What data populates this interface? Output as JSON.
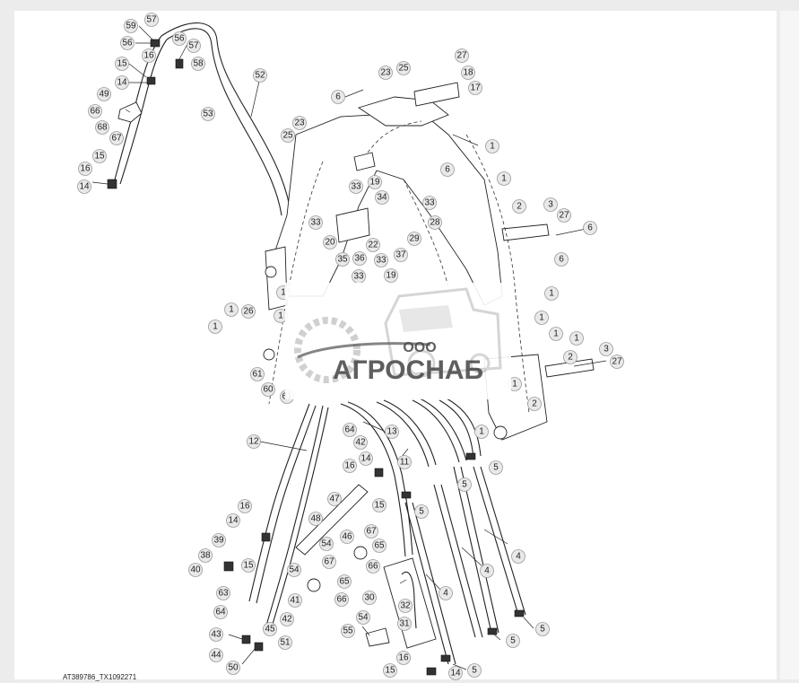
{
  "figure_id": "AT389786_TX1092271",
  "watermark": {
    "company": "ООО",
    "brand": "АГРОСНАБ"
  },
  "callouts": [
    {
      "id": "c59a",
      "n": "59"
    },
    {
      "id": "c57a",
      "n": "57"
    },
    {
      "id": "c56a",
      "n": "56"
    },
    {
      "id": "c56b",
      "n": "56"
    },
    {
      "id": "c57b",
      "n": "57"
    },
    {
      "id": "c58",
      "n": "58"
    },
    {
      "id": "c15a",
      "n": "15"
    },
    {
      "id": "c16a",
      "n": "16"
    },
    {
      "id": "c14a",
      "n": "14"
    },
    {
      "id": "c49",
      "n": "49"
    },
    {
      "id": "c66a",
      "n": "66"
    },
    {
      "id": "c68",
      "n": "68"
    },
    {
      "id": "c67a",
      "n": "67"
    },
    {
      "id": "c15b",
      "n": "15"
    },
    {
      "id": "c16b",
      "n": "16"
    },
    {
      "id": "c14b",
      "n": "14"
    },
    {
      "id": "c52",
      "n": "52"
    },
    {
      "id": "c53",
      "n": "53"
    },
    {
      "id": "c6a",
      "n": "6"
    },
    {
      "id": "c23a",
      "n": "23"
    },
    {
      "id": "c25a",
      "n": "25"
    },
    {
      "id": "c27a",
      "n": "27"
    },
    {
      "id": "c18",
      "n": "18"
    },
    {
      "id": "c17",
      "n": "17"
    },
    {
      "id": "c23b",
      "n": "23"
    },
    {
      "id": "c25b",
      "n": "25"
    },
    {
      "id": "c1a",
      "n": "1"
    },
    {
      "id": "c6b",
      "n": "6"
    },
    {
      "id": "c33a",
      "n": "33"
    },
    {
      "id": "c19a",
      "n": "19"
    },
    {
      "id": "c34",
      "n": "34"
    },
    {
      "id": "c33b",
      "n": "33"
    },
    {
      "id": "c28",
      "n": "28"
    },
    {
      "id": "c33c",
      "n": "33"
    },
    {
      "id": "c20",
      "n": "20"
    },
    {
      "id": "c22",
      "n": "22"
    },
    {
      "id": "c29",
      "n": "29"
    },
    {
      "id": "c35",
      "n": "35"
    },
    {
      "id": "c36",
      "n": "36"
    },
    {
      "id": "c33d",
      "n": "33"
    },
    {
      "id": "c37",
      "n": "37"
    },
    {
      "id": "c33e",
      "n": "33"
    },
    {
      "id": "c19b",
      "n": "19"
    },
    {
      "id": "c1b",
      "n": "1"
    },
    {
      "id": "c2a",
      "n": "2"
    },
    {
      "id": "c3a",
      "n": "3"
    },
    {
      "id": "c27b",
      "n": "27"
    },
    {
      "id": "c6c",
      "n": "6"
    },
    {
      "id": "c6d",
      "n": "6"
    },
    {
      "id": "c1c",
      "n": "1"
    },
    {
      "id": "c1d",
      "n": "1"
    },
    {
      "id": "c1e",
      "n": "1"
    },
    {
      "id": "c1f",
      "n": "1"
    },
    {
      "id": "c26",
      "n": "26"
    },
    {
      "id": "c1g",
      "n": "1"
    },
    {
      "id": "c61a",
      "n": "61"
    },
    {
      "id": "c60",
      "n": "60"
    },
    {
      "id": "c61b",
      "n": "61"
    },
    {
      "id": "c1h",
      "n": "1"
    },
    {
      "id": "c1i",
      "n": "1"
    },
    {
      "id": "c1j",
      "n": "1"
    },
    {
      "id": "c3b",
      "n": "3"
    },
    {
      "id": "c2b",
      "n": "2"
    },
    {
      "id": "c27c",
      "n": "27"
    },
    {
      "id": "c1k",
      "n": "1"
    },
    {
      "id": "c2c",
      "n": "2"
    },
    {
      "id": "c1l",
      "n": "1"
    },
    {
      "id": "c12",
      "n": "12"
    },
    {
      "id": "c64a",
      "n": "64"
    },
    {
      "id": "c13",
      "n": "13"
    },
    {
      "id": "c42a",
      "n": "42"
    },
    {
      "id": "c11",
      "n": "11"
    },
    {
      "id": "c5a",
      "n": "5"
    },
    {
      "id": "c14c",
      "n": "14"
    },
    {
      "id": "c16c",
      "n": "16"
    },
    {
      "id": "c5b",
      "n": "5"
    },
    {
      "id": "c47",
      "n": "47"
    },
    {
      "id": "c15c",
      "n": "15"
    },
    {
      "id": "c5c",
      "n": "5"
    },
    {
      "id": "c16d",
      "n": "16"
    },
    {
      "id": "c14d",
      "n": "14"
    },
    {
      "id": "c48",
      "n": "48"
    },
    {
      "id": "c46",
      "n": "46"
    },
    {
      "id": "c67b",
      "n": "67"
    },
    {
      "id": "c54a",
      "n": "54"
    },
    {
      "id": "c65a",
      "n": "65"
    },
    {
      "id": "c4a",
      "n": "4"
    },
    {
      "id": "c39",
      "n": "39"
    },
    {
      "id": "c15d",
      "n": "15"
    },
    {
      "id": "c66b",
      "n": "66"
    },
    {
      "id": "c38",
      "n": "38"
    },
    {
      "id": "c40",
      "n": "40"
    },
    {
      "id": "c54b",
      "n": "54"
    },
    {
      "id": "c67c",
      "n": "67"
    },
    {
      "id": "c65b",
      "n": "65"
    },
    {
      "id": "c4b",
      "n": "4"
    },
    {
      "id": "c41",
      "n": "41"
    },
    {
      "id": "c66c",
      "n": "66"
    },
    {
      "id": "c63",
      "n": "63"
    },
    {
      "id": "c30",
      "n": "30"
    },
    {
      "id": "c4c",
      "n": "4"
    },
    {
      "id": "c32",
      "n": "32"
    },
    {
      "id": "c64b",
      "n": "64"
    },
    {
      "id": "c42b",
      "n": "42"
    },
    {
      "id": "c54c",
      "n": "54"
    },
    {
      "id": "c31",
      "n": "31"
    },
    {
      "id": "c5d",
      "n": "5"
    },
    {
      "id": "c45",
      "n": "45"
    },
    {
      "id": "c55",
      "n": "55"
    },
    {
      "id": "c5e",
      "n": "5"
    },
    {
      "id": "c43",
      "n": "43"
    },
    {
      "id": "c51",
      "n": "51"
    },
    {
      "id": "c44",
      "n": "44"
    },
    {
      "id": "c16e",
      "n": "16"
    },
    {
      "id": "c50",
      "n": "50"
    },
    {
      "id": "c15e",
      "n": "15"
    },
    {
      "id": "c14e",
      "n": "14"
    },
    {
      "id": "c5f",
      "n": "5"
    }
  ]
}
